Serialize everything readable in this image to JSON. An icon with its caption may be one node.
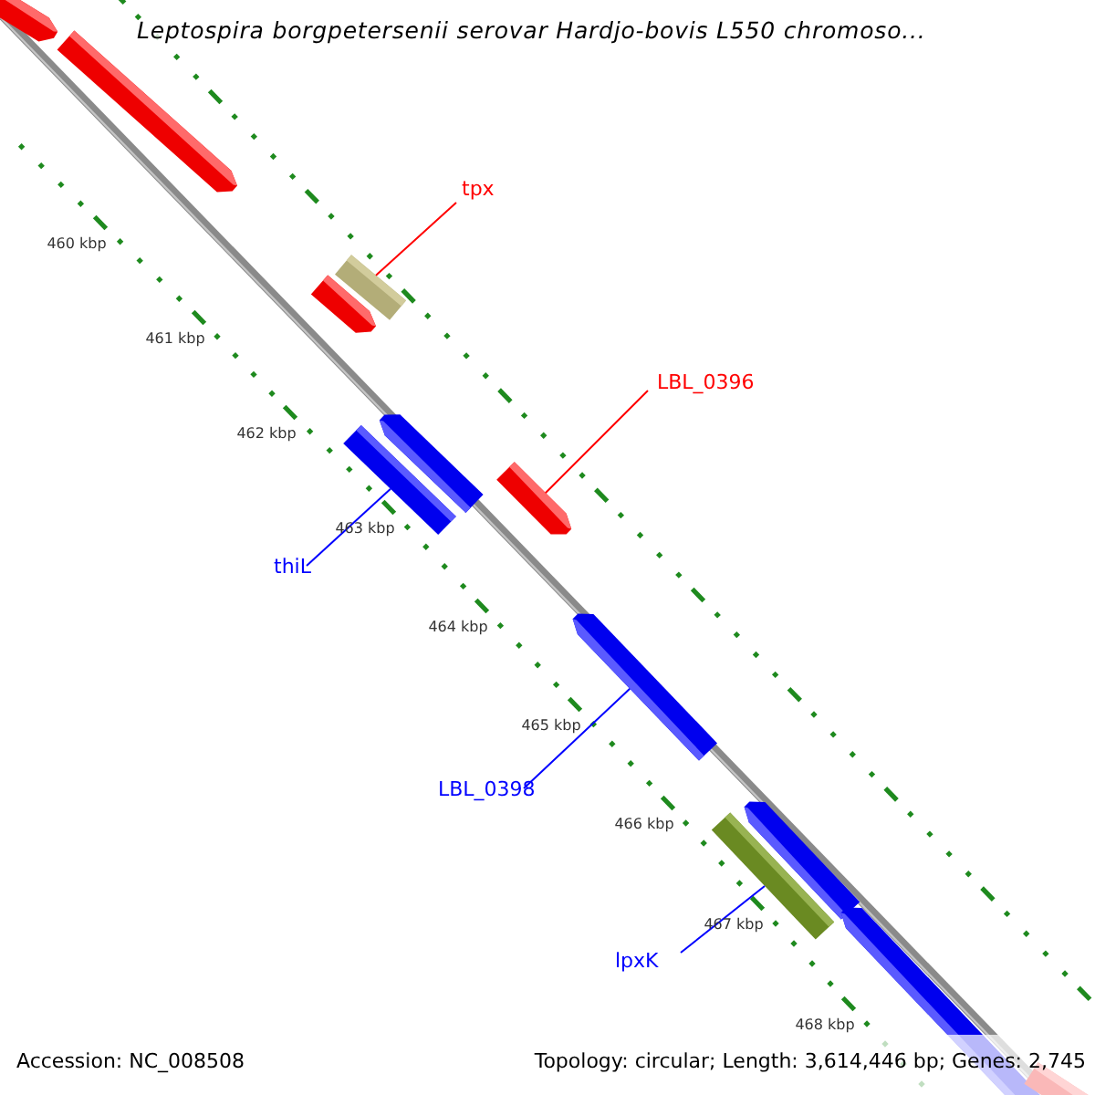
{
  "diagram": {
    "title": "Leptospira borgpetersenii serovar Hardjo-bovis L550 chromoso...",
    "nodes": [
      {
        "text": [],
        "shape": "bar"
      },
      {
        "text": [],
        "shape": "bar"
      },
      {
        "text": [
          "tpx"
        ]
      },
      {
        "text": [],
        "shape": "box"
      },
      {
        "text": [],
        "shape": "bar"
      },
      {
        "text": [
          "LBL_0396"
        ]
      },
      {
        "text": [],
        "shape": "bar"
      },
      {
        "text": [],
        "shape": "box"
      },
      {
        "text": [],
        "shape": "bar"
      },
      {
        "text": [
          "thiL"
        ]
      },
      {
        "text": [],
        "shape": "bar"
      },
      {
        "text": [
          "LBL_0398"
        ]
      },
      {
        "text": [],
        "shape": "bar"
      },
      {
        "text": [],
        "shape": "box"
      },
      {
        "text": [
          "lpxK"
        ]
      },
      {
        "text": [],
        "shape": "bar"
      },
      {
        "text": [],
        "shape": "bar"
      }
    ],
    "edges": [
      {
        "from": 2,
        "to": 3,
        "arrow": "none",
        "color": "#ff0000"
      },
      {
        "from": 5,
        "to": 8,
        "arrow": "none",
        "color": "#ff0000"
      },
      {
        "from": 9,
        "to": 7,
        "arrow": "none"
      },
      {
        "from": 11,
        "to": 10,
        "arrow": "none"
      },
      {
        "from": 14,
        "to": 13,
        "arrow": "none"
      }
    ],
    "labels": [
      "460 kbp",
      "461 kbp",
      "462 kbp",
      "463 kbp",
      "464 kbp",
      "465 kbp",
      "466 kbp",
      "467 kbp",
      "468 kbp",
      "Accession: NC_008508",
      "Topology: circular; Length: 3,614,446 bp; Genes: 2,745"
    ]
  }
}
